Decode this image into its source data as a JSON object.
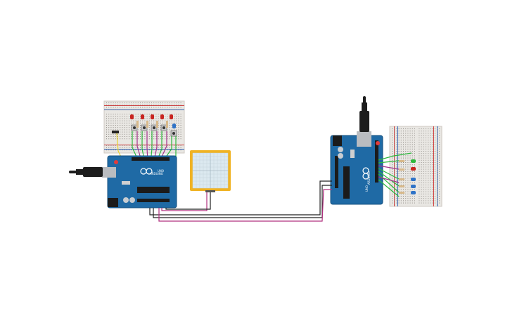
{
  "circuit": {
    "boards": [
      {
        "id": "arduino-left",
        "model_label": "UNO",
        "brand_label": "ARDUINO"
      },
      {
        "id": "arduino-right",
        "model_label": "UNO",
        "brand_label": "ARDUINO"
      }
    ],
    "left_breadboard": {
      "leds": [
        "red",
        "red",
        "red",
        "red",
        "red"
      ],
      "buttons": 5,
      "extra_led": "blue"
    },
    "right_breadboard": {
      "leds": [
        "green",
        "red",
        "blue",
        "blue",
        "blue"
      ]
    },
    "sensor_panel": {
      "color": "#f0b323",
      "panel_color": "#dce9f0"
    },
    "wire_colors": {
      "green": "#2db83d",
      "purple": "#a3338a",
      "yellow": "#e8d12a",
      "black": "#222222",
      "magenta": "#b0307f"
    },
    "colors": {
      "arduino": "#1f6aa5",
      "arduino_dark": "#15507f",
      "breadboard": "#e9e7e3",
      "usb_cable": "#1d1d1d"
    }
  }
}
